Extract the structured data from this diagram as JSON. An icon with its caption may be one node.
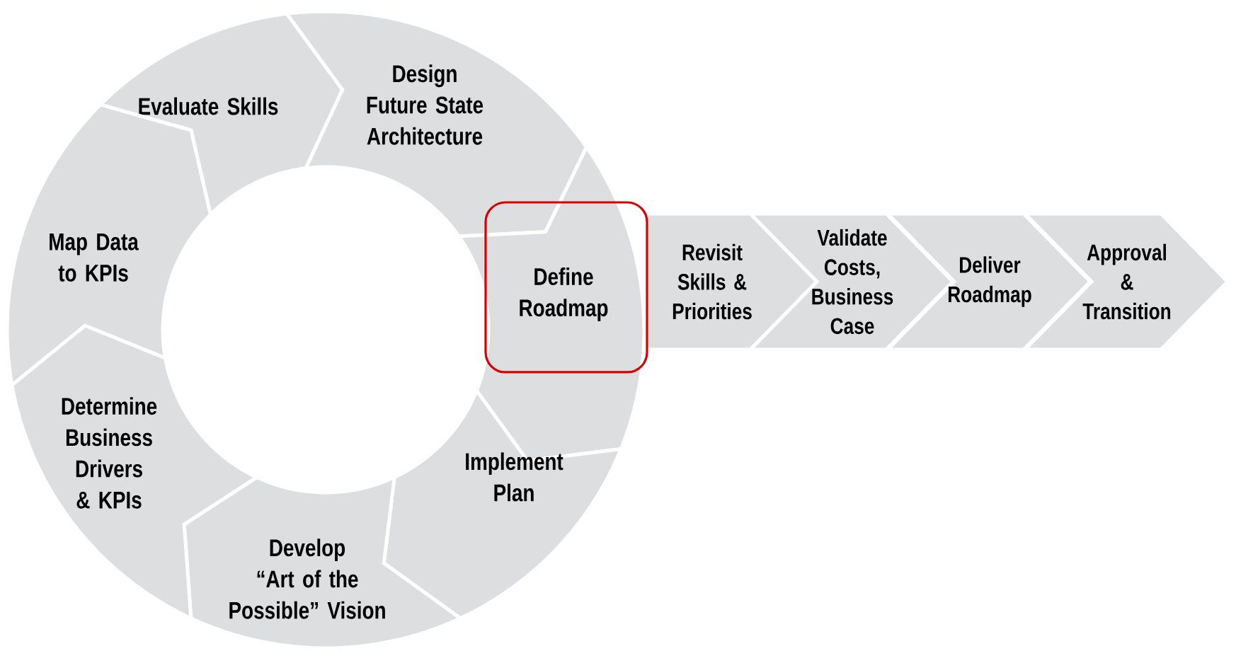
{
  "diagram": {
    "nodes": [
      {
        "text": [
          "Evaluate Skills"
        ]
      },
      {
        "text": [
          "Design Future State Architecture"
        ]
      },
      {
        "text": [
          "Define Roadmap"
        ]
      },
      {
        "text": [
          "Revisit Skills & Priorities"
        ]
      },
      {
        "text": [
          "Validate Costs, Business Case"
        ]
      },
      {
        "text": [
          "Deliver Roadmap"
        ]
      },
      {
        "text": [
          "Approval & Transition"
        ]
      },
      {
        "text": [
          "Implement Plan"
        ]
      },
      {
        "text": [
          "Develop “Art of the Possible” Vision"
        ]
      },
      {
        "text": [
          "Determine Business Drivers & KPIs"
        ]
      },
      {
        "text": [
          "Map Data to KPIs"
        ]
      }
    ]
  }
}
